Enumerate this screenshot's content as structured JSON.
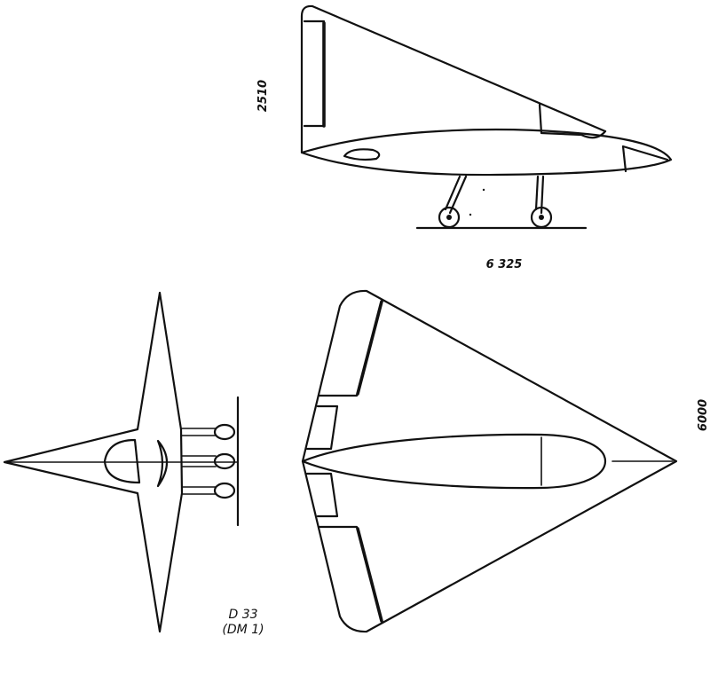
{
  "dimensions": {
    "height": "2510",
    "length": "6 325",
    "span": "6000"
  },
  "designation": {
    "line1": "D  33",
    "line2": "(DM 1)"
  }
}
